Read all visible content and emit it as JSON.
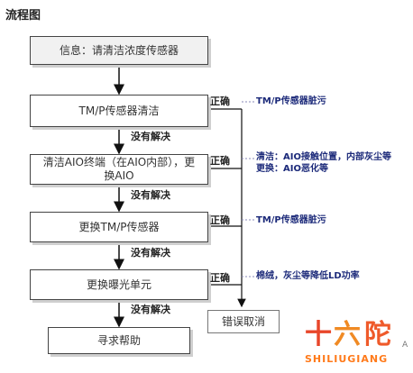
{
  "title": "流程图",
  "steps": {
    "info": "信息：请清洁浓度传感器",
    "step1": "TM/P传感器清洁",
    "step2": "清洁AIO终端（在AIO内部），更换AIO",
    "step3": "更换TM/P传感器",
    "step4": "更换曝光单元",
    "help": "寻求帮助",
    "error": "错误取消"
  },
  "labels": {
    "correct": "正确",
    "unresolved": "没有解决"
  },
  "notes": {
    "n1": "TM/P传感器脏污",
    "n2a": "清洁：AIO接触位置，内部灰尘等",
    "n2b": "更换：AIO恶化等",
    "n3": "TM/P传感器脏污",
    "n4": "棉绒，灰尘等降低LD功率"
  },
  "watermark": {
    "text": "十六陀",
    "sub": "SHILIUGIANG",
    "extra": "A"
  }
}
